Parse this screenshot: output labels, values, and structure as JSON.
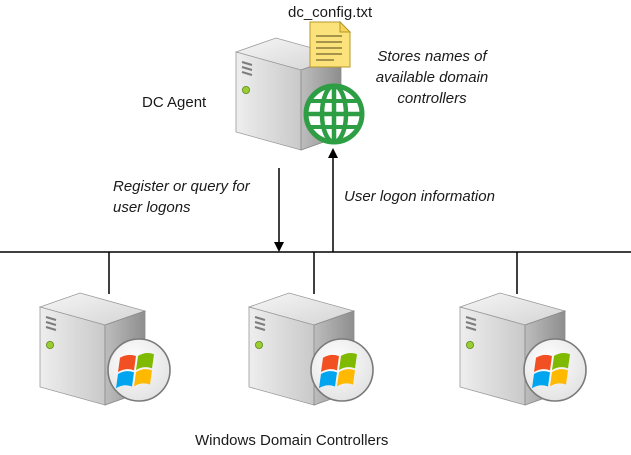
{
  "diagram": {
    "config_file": {
      "label": "dc_config.txt",
      "icon": "text-file-icon"
    },
    "agent": {
      "label": "DC Agent",
      "icon": "server-icon",
      "badge_icon": "globe-icon",
      "note_lines": [
        "Stores names of",
        "available domain",
        "controllers"
      ]
    },
    "arrows": {
      "down_label_lines": [
        "Register or query for",
        "user logons"
      ],
      "up_label": "User logon information"
    },
    "controllers": {
      "label": "Windows Domain Controllers",
      "count": 3,
      "icon": "server-icon",
      "badge_icon": "windows-logo-icon"
    },
    "colors": {
      "globe_green": "#2e9e44",
      "note_yellow": "#fbe27a",
      "server_gray": "#c8c8c8",
      "line": "#000000"
    }
  }
}
